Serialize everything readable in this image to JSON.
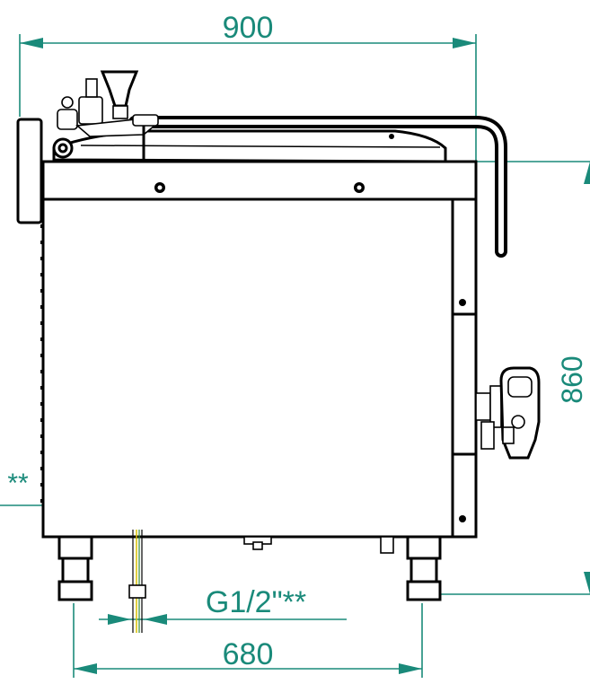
{
  "dimensions": {
    "width_top": "900",
    "height_right": "860",
    "width_bottom": "680",
    "inlet_label": "G1/2\"**",
    "left_note": "**"
  },
  "colors": {
    "dimension": "#1a8a7a",
    "outline": "#000000",
    "pipe_yellow": "#d8c000",
    "pipe_green": "#3a8a3a"
  }
}
